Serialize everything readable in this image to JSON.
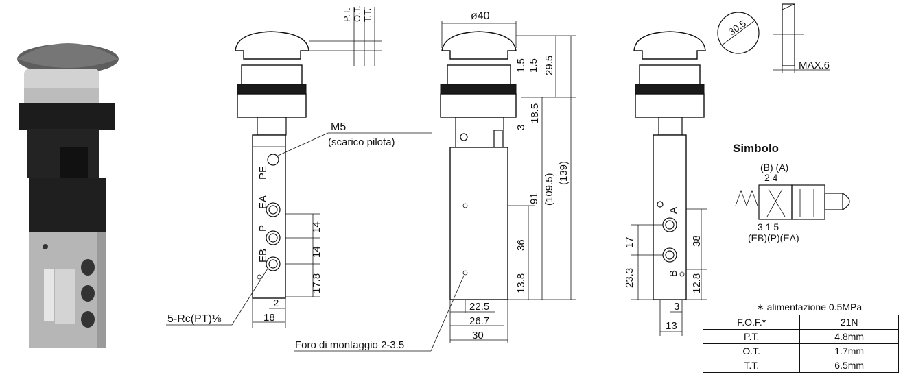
{
  "labels": {
    "m5": "M5",
    "scarico": "(scarico pilota)",
    "rc": "5-Rc(PT)⅛",
    "foro": "Foro di montaggio 2-3.5",
    "simbolo": "Simbolo",
    "ba": "(B) (A)",
    "n24": "2   4",
    "n315": "3   1   5",
    "ports": "(EB)(P)(EA)",
    "pe": "PE",
    "ea": "EA",
    "p": "P",
    "eb": "EB",
    "a": "A",
    "b": "B",
    "pt_top": "P.T.",
    "ot_top": "O.T.",
    "tt_top": "T.T.",
    "max6": "MAX.6"
  },
  "dims": {
    "d40": "ø40",
    "d30_5": "30.5",
    "d1_5a": "1.5",
    "d1_5b": "1.5",
    "d29_5": "29.5",
    "d18_5": "18.5",
    "d3a": "3",
    "d91": "91",
    "d109_5": "(109.5)",
    "d139": "(139)",
    "d36": "36",
    "d13_8": "13.8",
    "d22_5": "22.5",
    "d26_7": "26.7",
    "d30": "30",
    "d14a": "14",
    "d14b": "14",
    "d17_8": "17.8",
    "d2": "2",
    "d18": "18",
    "d17": "17",
    "d23_3": "23.3",
    "d38": "38",
    "d12_8": "12.8",
    "d3b": "3",
    "d13": "13"
  },
  "spec": {
    "note": "∗ alimentazione 0.5MPa",
    "rows": [
      {
        "label": "F.O.F.*",
        "value": "21N"
      },
      {
        "label": "P.T.",
        "value": "4.8mm"
      },
      {
        "label": "O.T.",
        "value": "1.7mm"
      },
      {
        "label": "T.T.",
        "value": "6.5mm"
      }
    ]
  },
  "colors": {
    "button": "#6e6e6e",
    "ring": "#cfcfcf",
    "body_black": "#1c1c1c",
    "body_grey": "#b4b4b4"
  }
}
